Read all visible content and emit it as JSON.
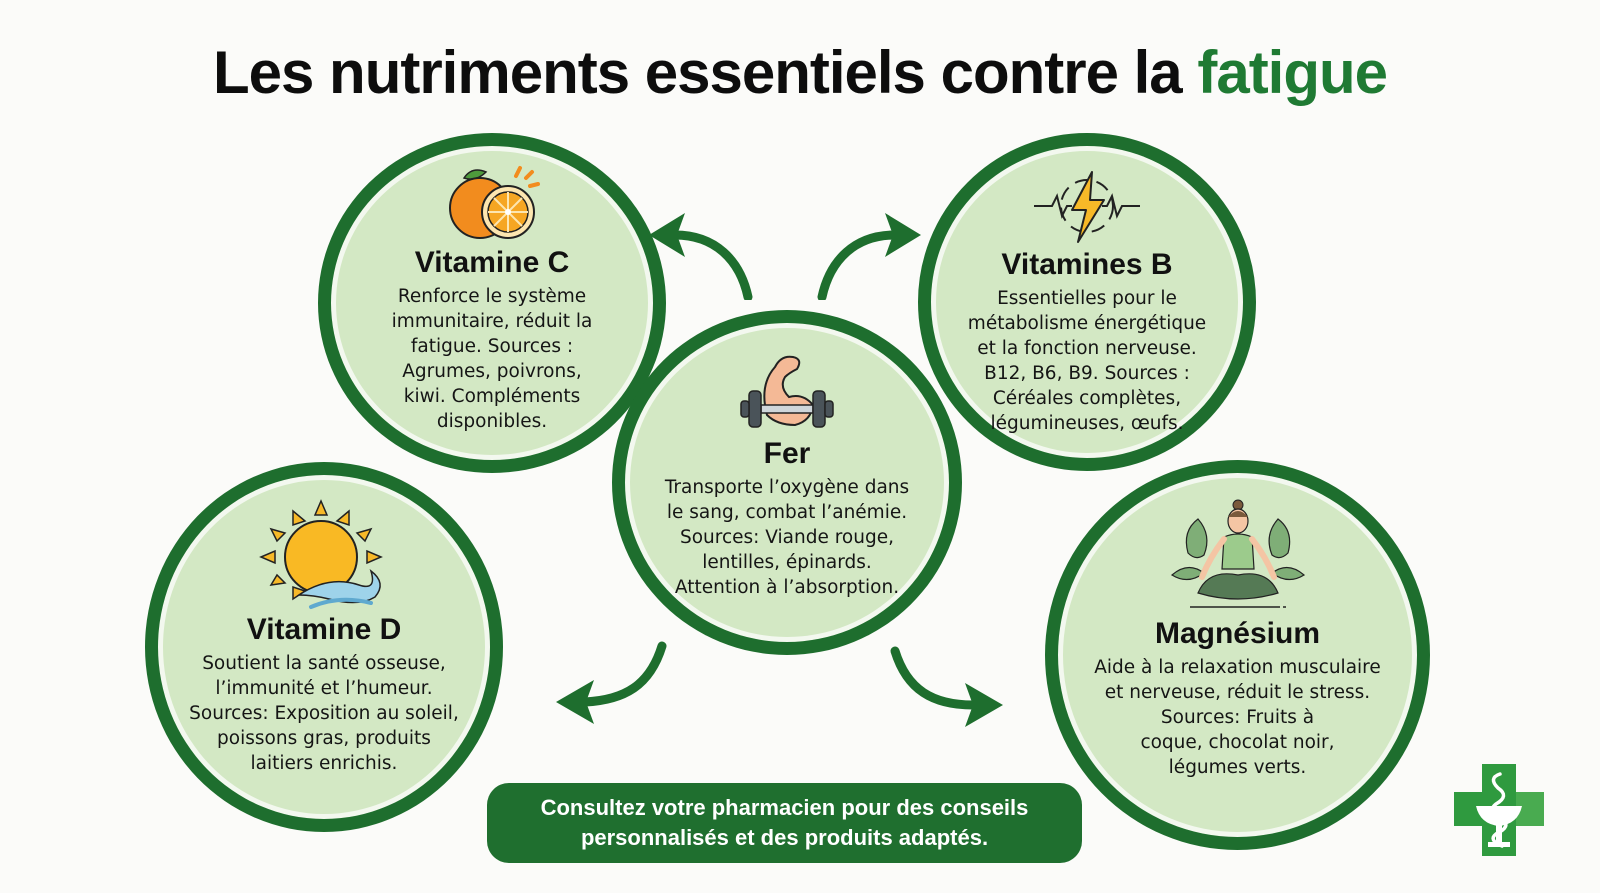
{
  "title": {
    "main": "Les nutriments essentiels contre la ",
    "accent": "fatigue"
  },
  "colors": {
    "accent_green": "#1f7a33",
    "ring_green": "#1e6e2e",
    "circle_fill": "#d3e8c4",
    "cta_green": "#1f6f2f",
    "background": "#fbfbf9"
  },
  "nodes": {
    "vitamine_c": {
      "title": "Vitamine C",
      "icon": "orange-fruit-icon",
      "text": "Renforce le système\nimmunitaire, réduit la\nfatigue. Sources :\nAgrumes, poivrons,\nkiwi. Compléments\ndisponibles."
    },
    "vitamines_b": {
      "title": "Vitamines B",
      "icon": "lightning-pulse-icon",
      "text": "Essentielles pour le\nmétabolisme énergétique\net la fonction nerveuse.\nB12, B6, B9. Sources :\nCéréales complètes,\nlégumineuses, œufs."
    },
    "fer": {
      "title": "Fer",
      "icon": "flexed-arm-dumbbell-icon",
      "text": "Transporte l’oxygène dans\nle sang, combat l’anémie.\nSources: Viande rouge,\nlentilles, épinards.\nAttention à l’absorption."
    },
    "vitamine_d": {
      "title": "Vitamine D",
      "icon": "sun-wave-icon",
      "text": "Soutient la santé osseuse,\nl’immunité et l’humeur.\nSources: Exposition au soleil,\npoissons gras, produits\nlaitiers enrichis."
    },
    "magnesium": {
      "title": "Magnésium",
      "icon": "meditation-person-icon",
      "text": "Aide à la relaxation musculaire\net nerveuse, réduit le stress.\nSources: Fruits à\ncoque, chocolat noir,\nlégumes verts."
    }
  },
  "cta": {
    "line1": "Consultez votre pharmacien pour des conseils",
    "line2": "personnalisés et des produits adaptés."
  },
  "logo": {
    "icon": "pharmacy-cross-icon"
  }
}
